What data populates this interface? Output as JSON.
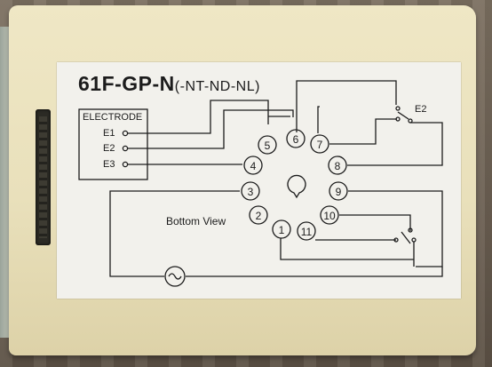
{
  "relay": {
    "model": "61F-GP-N",
    "model_suffix": "(-NT-ND-NL)",
    "electrode_label": "ELECTRODE",
    "electrodes": [
      "E1",
      "E2",
      "E3"
    ],
    "contact_label_right": "E2",
    "bottom_view_label": "Bottom View",
    "pins": [
      "1",
      "2",
      "3",
      "4",
      "5",
      "6",
      "7",
      "8",
      "9",
      "10",
      "11"
    ],
    "ac_symbol": "~"
  },
  "colors": {
    "label_background": "#f2f1ec",
    "relay_housing": "#ebe3c0",
    "ink": "#1c1c1c"
  }
}
